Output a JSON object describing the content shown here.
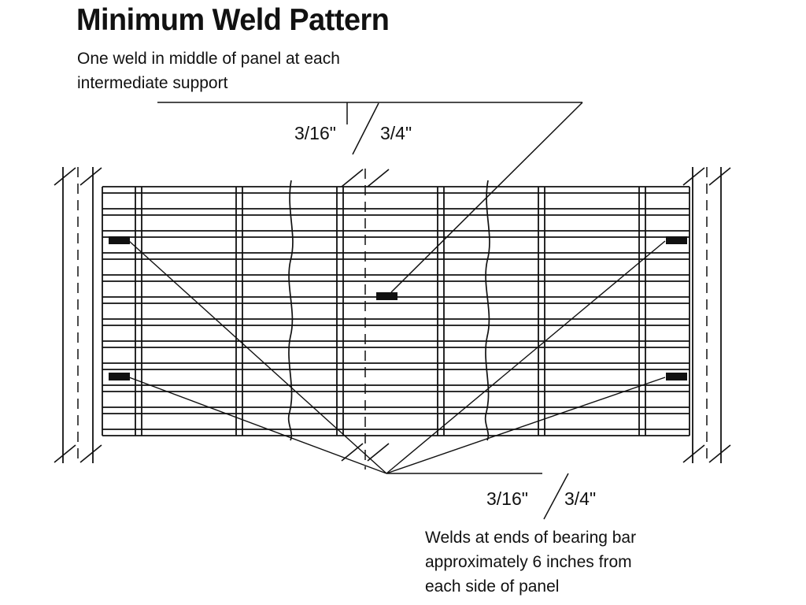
{
  "title": "Minimum Weld Pattern",
  "notes": {
    "intermediate": {
      "line1": "One weld in middle of panel at each",
      "line2": "intermediate support"
    },
    "panel_ends": {
      "line1": "Welds at ends of bearing bar",
      "line2": "approximately 6 inches from",
      "line3": "each side of panel"
    }
  },
  "callouts": {
    "top": {
      "weld_size": "3/16\"",
      "weld_length": "3/4\""
    },
    "bottom": {
      "weld_size": "3/16\"",
      "weld_length": "3/4\""
    }
  },
  "diagram": {
    "weld_marks_total": 5,
    "middle_panel_welds": 1,
    "bearing_bar_end_welds": 4
  },
  "colors": {
    "ink": "#111111",
    "paper": "#ffffff",
    "weld_fill": "#111111"
  }
}
